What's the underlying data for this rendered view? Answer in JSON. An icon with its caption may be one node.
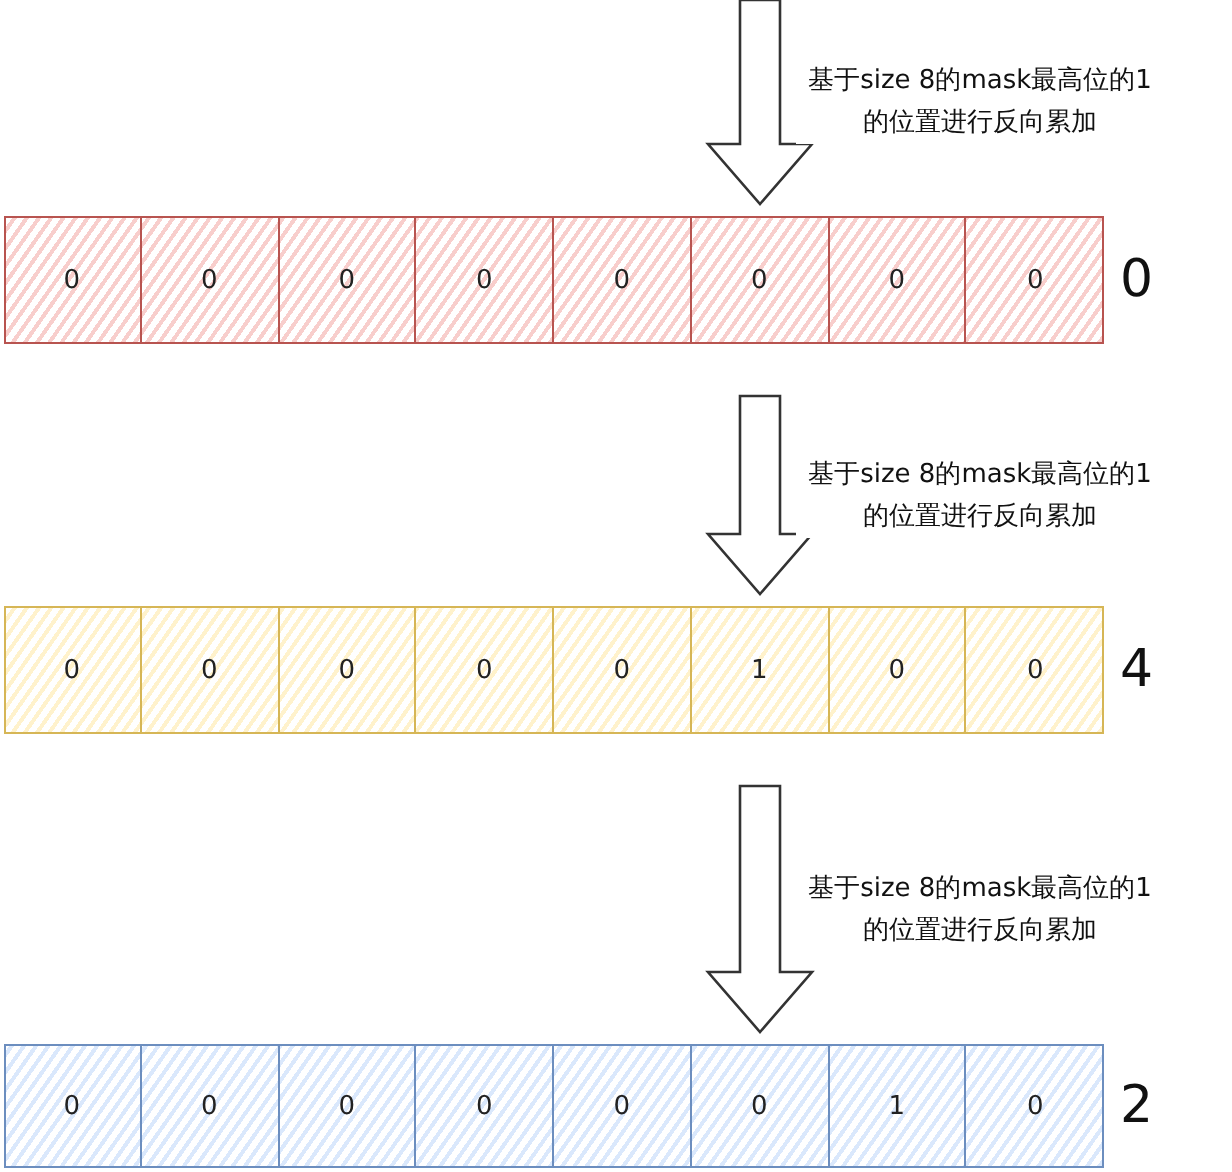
{
  "diagram": {
    "nodes": [
      {
        "text": [],
        "shape": "bar",
        "beside": [
          "0"
        ]
      },
      {
        "text": [
          "0"
        ],
        "in": 0
      },
      {
        "text": [
          "0"
        ],
        "in": 0
      },
      {
        "text": [
          "0"
        ],
        "in": 0
      },
      {
        "text": [
          "0"
        ],
        "in": 0
      },
      {
        "text": [
          "0"
        ],
        "in": 0
      },
      {
        "text": [
          "0"
        ],
        "in": 0
      },
      {
        "text": [
          "0"
        ],
        "in": 0
      },
      {
        "text": [
          "0"
        ],
        "in": 0
      },
      {
        "text": [],
        "shape": "bar",
        "beside": [
          "4"
        ]
      },
      {
        "text": [
          "0"
        ],
        "in": 9
      },
      {
        "text": [
          "0"
        ],
        "in": 9
      },
      {
        "text": [
          "0"
        ],
        "in": 9
      },
      {
        "text": [
          "0"
        ],
        "in": 9
      },
      {
        "text": [
          "0"
        ],
        "in": 9
      },
      {
        "text": [
          "1"
        ],
        "in": 9
      },
      {
        "text": [
          "0"
        ],
        "in": 9
      },
      {
        "text": [
          "0"
        ],
        "in": 9
      },
      {
        "text": [],
        "shape": "bar",
        "beside": [
          "2"
        ]
      },
      {
        "text": [
          "0"
        ],
        "in": 18
      },
      {
        "text": [
          "0"
        ],
        "in": 18
      },
      {
        "text": [
          "0"
        ],
        "in": 18
      },
      {
        "text": [
          "0"
        ],
        "in": 18
      },
      {
        "text": [
          "0"
        ],
        "in": 18
      },
      {
        "text": [
          "0"
        ],
        "in": 18
      },
      {
        "text": [
          "1"
        ],
        "in": 18
      },
      {
        "text": [
          "0"
        ],
        "in": 18
      }
    ],
    "edges": [
      {
        "from": null,
        "to": 0,
        "arrow": "to",
        "label": "基于size 8的mask最高位的1的位置进行反向累加"
      },
      {
        "from": 0,
        "to": 9,
        "arrow": "to",
        "label": "基于size 8的mask最高位的1的位置进行反向累加"
      },
      {
        "from": 9,
        "to": 18,
        "arrow": "to",
        "label": "基于size 8的mask最高位的1的位置进行反向累加"
      }
    ]
  }
}
